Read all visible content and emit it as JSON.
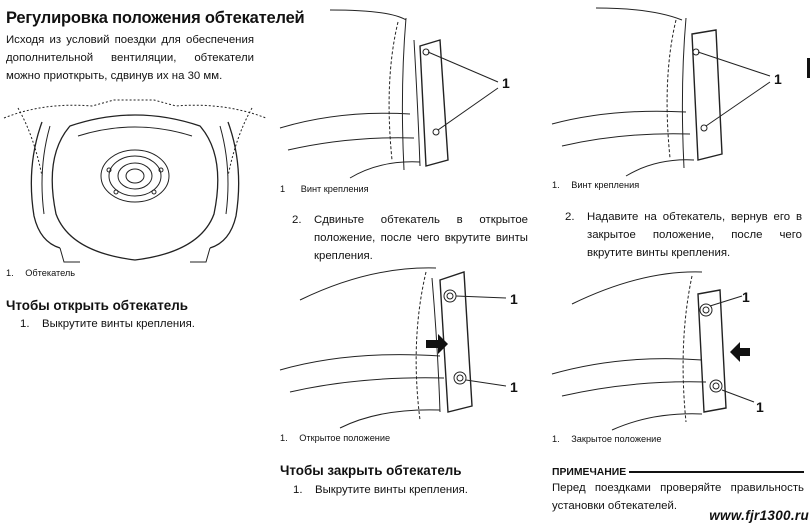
{
  "page": {
    "title": "Регулировка положения обтекателей",
    "intro": "Исходя из условий поездки для обеспечения дополнительной вентиляции, обтекатели можно приоткрыть, сдвинув их на 30 мм."
  },
  "figures": {
    "fig1": {
      "caption_num": "1.",
      "caption": "Обтекатель"
    },
    "fig2": {
      "label": "1",
      "caption_num": "1",
      "caption": "Винт крепления"
    },
    "fig3": {
      "label": "1",
      "caption_num": "1.",
      "caption": "Винт крепления"
    },
    "fig4": {
      "label_top": "1",
      "label_bottom": "1",
      "caption_num": "1.",
      "caption": "Открытое положение"
    },
    "fig5": {
      "label_top": "1",
      "label_bottom": "1",
      "caption_num": "1.",
      "caption": "Закрытое положение"
    }
  },
  "open_section": {
    "heading": "Чтобы открыть обтекатель",
    "step1_num": "1.",
    "step1_text": "Выкрутите винты крепления.",
    "step2_num": "2.",
    "step2_text": "Сдвиньте обтекатель в открытое положение, после чего вкрутите винты крепления."
  },
  "close_section": {
    "heading": "Чтобы закрыть обтекатель",
    "step1_num": "1.",
    "step1_text": "Выкрутите винты крепления.",
    "step2_num": "2.",
    "step2_text": "Надавите на обтекатель, вернув его в закрытое положение, после чего вкрутите винты крепления."
  },
  "note": {
    "heading": "ПРИМЕЧАНИЕ",
    "text": "Перед поездками проверяйте правильность установки обтекателей."
  },
  "watermark": "www.fjr1300.ru"
}
